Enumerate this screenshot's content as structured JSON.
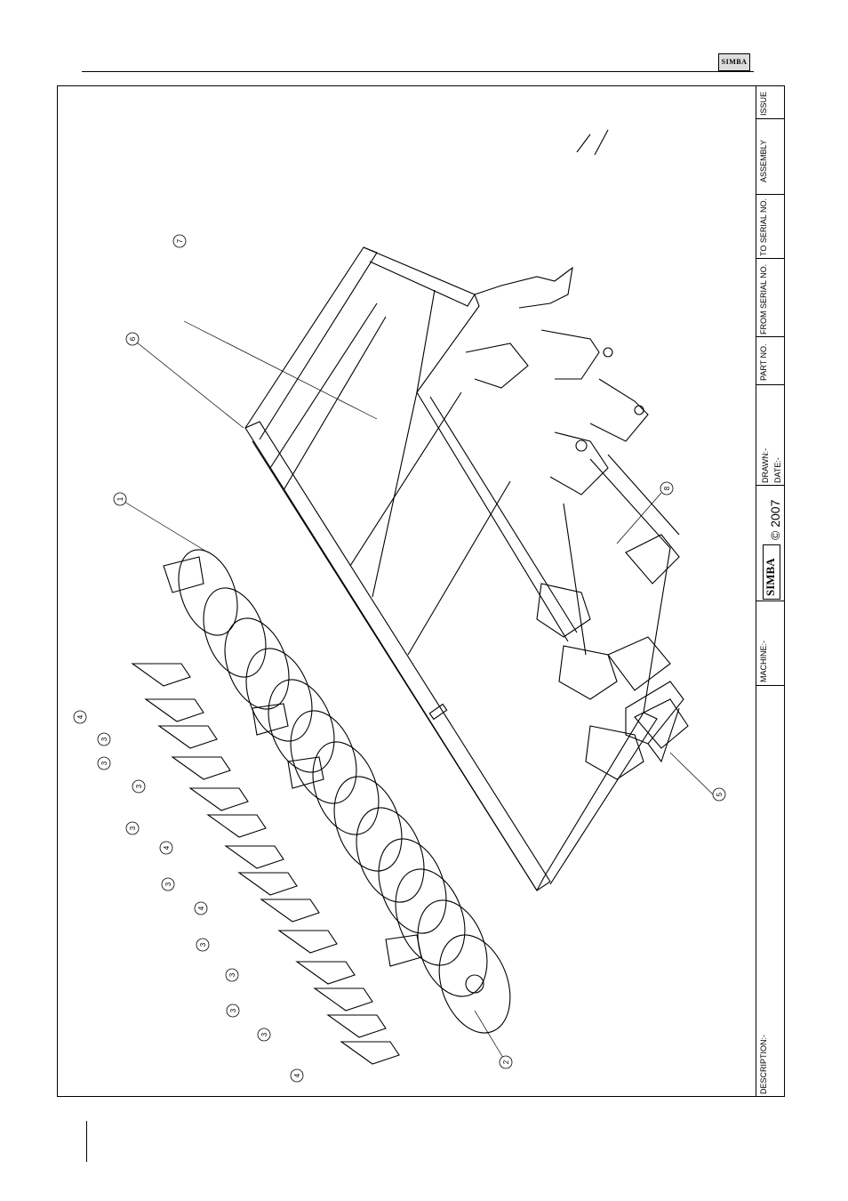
{
  "header": {
    "logo": "SIMBA"
  },
  "title_block": {
    "issue": "ISSUE",
    "assembly": "ASSEMBLY",
    "to_serial": "TO SERIAL NO.",
    "from_serial": "FROM SERIAL NO.",
    "part_no": "PART NO.",
    "drawn": "DRAWN:-",
    "date": "DATE:-",
    "logo": "SIMBA",
    "copyright": "© 2007",
    "machine": "MACHINE:-",
    "description": "DESCRIPTION:-"
  },
  "callouts": [
    "1",
    "2",
    "3",
    "3",
    "3",
    "3",
    "3",
    "3",
    "3",
    "3",
    "3",
    "4",
    "4",
    "4",
    "4",
    "5",
    "6",
    "7",
    "8"
  ]
}
